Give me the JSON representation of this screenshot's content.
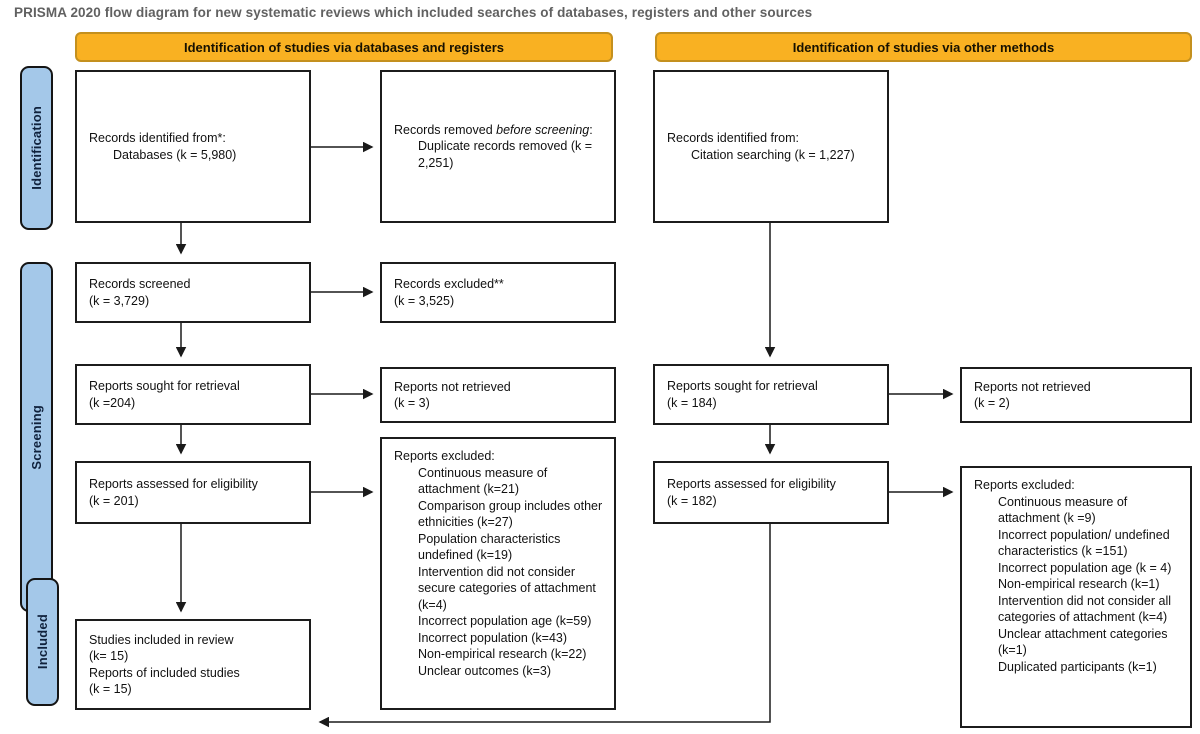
{
  "title": "PRISMA 2020 flow diagram for new systematic reviews which included searches of databases, registers and other sources",
  "headers": {
    "left": "Identification of studies via databases and registers",
    "right": "Identification of studies via other methods"
  },
  "sidebar": {
    "identification": "Identification",
    "screening": "Screening",
    "included": "Included"
  },
  "colors": {
    "header_bg": "#F9B122",
    "header_border": "#C4901E",
    "sidebar_bg": "#A4C8E9",
    "box_border": "#1c1c1c",
    "title_text": "#616161"
  },
  "boxes": {
    "records_identified_db": {
      "line1": "Records identified from*:",
      "line2": "Databases (k = 5,980)"
    },
    "records_removed": {
      "prefix": "Records removed ",
      "italic": "before screening",
      "suffix": ":",
      "item": "Duplicate records removed (k = 2,251)"
    },
    "records_identified_other": {
      "line1": "Records identified from:",
      "line2": "Citation searching (k = 1,227)"
    },
    "records_screened": {
      "line1": "Records screened",
      "line2": "(k = 3,729)"
    },
    "records_excluded": {
      "line1": "Records excluded**",
      "line2": "(k = 3,525)"
    },
    "reports_sought_db": {
      "line1": "Reports sought for retrieval",
      "line2": "(k =204)"
    },
    "reports_not_retrieved_db": {
      "line1": "Reports not retrieved",
      "line2": "(k = 3)"
    },
    "reports_assessed_db": {
      "line1": "Reports assessed for eligibility",
      "line2": "(k = 201)"
    },
    "reports_excluded_db": {
      "title": "Reports excluded:",
      "items": [
        "Continuous measure of attachment (k=21)",
        "Comparison group includes other ethnicities (k=27)",
        "Population characteristics undefined (k=19)",
        "Intervention did not consider secure categories of attachment (k=4)",
        "Incorrect population age (k=59)",
        "Incorrect population (k=43)",
        "Non-empirical research (k=22)",
        "Unclear outcomes (k=3)"
      ]
    },
    "reports_sought_other": {
      "line1": "Reports sought for retrieval",
      "line2": "(k = 184)"
    },
    "reports_not_retrieved_other": {
      "line1": "Reports not retrieved",
      "line2": "(k = 2)"
    },
    "reports_assessed_other": {
      "line1": "Reports assessed for eligibility",
      "line2": "(k = 182)"
    },
    "reports_excluded_other": {
      "title": "Reports excluded:",
      "items": [
        "Continuous measure of attachment (k =9)",
        "Incorrect population/ undefined characteristics (k =151)",
        "Incorrect population age (k = 4)",
        "Non-empirical research (k=1)",
        "Intervention did not consider all categories of attachment (k=4)",
        "Unclear attachment categories (k=1)",
        "Duplicated participants (k=1)"
      ]
    },
    "studies_included": {
      "line1": "Studies included in review",
      "line2": "(k= 15)",
      "line3": "Reports of included studies",
      "line4": "(k = 15)"
    }
  }
}
